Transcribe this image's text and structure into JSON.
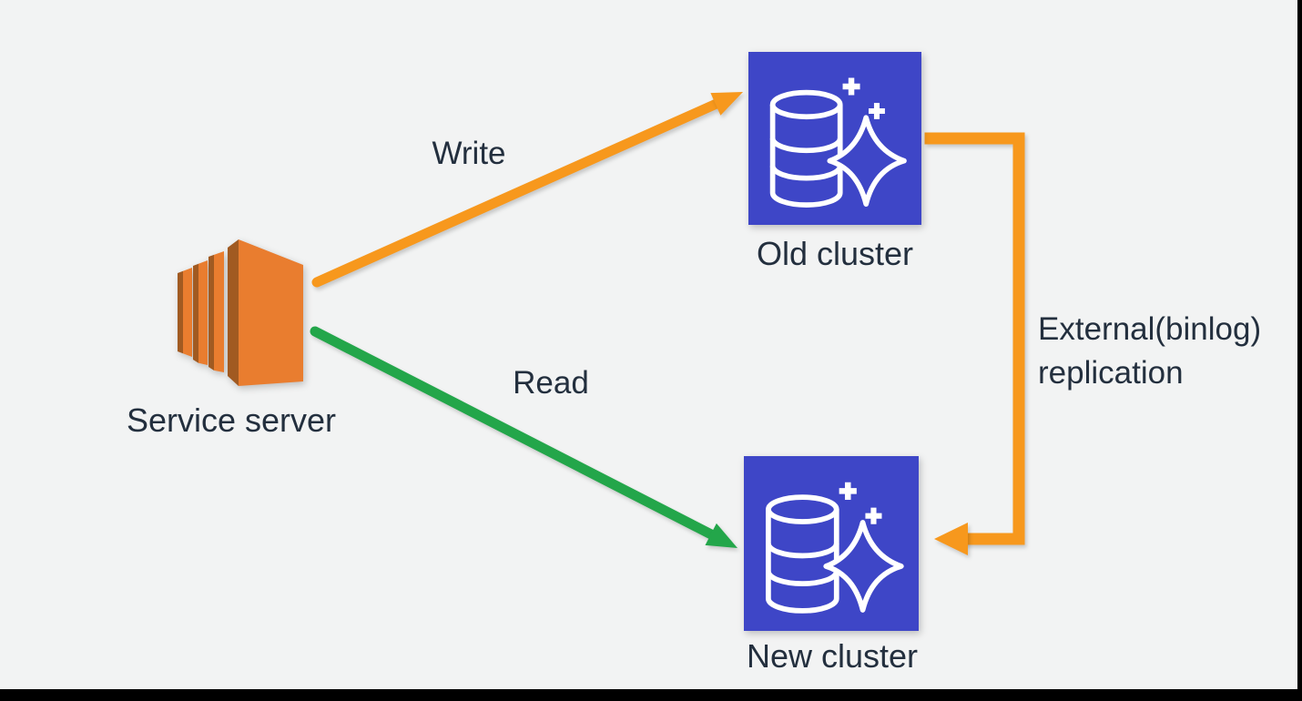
{
  "colors": {
    "background": "#F2F3F3",
    "letterbox_black": "#000000",
    "text": "#232F3E",
    "arrow_orange": "#F7981D",
    "arrow_green": "#23A64A",
    "cluster_blue": "#3E46C7",
    "icon_line_white": "#FFFFFF",
    "server_orange": "#E97D2F",
    "server_orange_dark": "#A15A21"
  },
  "nodes": {
    "service_server": {
      "label": "Service server",
      "icon": "ec2-server-icon"
    },
    "old_cluster": {
      "label": "Old cluster",
      "icon": "database-sparkle-icon"
    },
    "new_cluster": {
      "label": "New cluster",
      "icon": "database-sparkle-icon"
    }
  },
  "edges": {
    "write": {
      "label": "Write",
      "from": "service_server",
      "to": "old_cluster"
    },
    "read": {
      "label": "Read",
      "from": "service_server",
      "to": "new_cluster"
    },
    "replication": {
      "label": "External(binlog) replication",
      "from": "old_cluster",
      "to": "new_cluster"
    }
  }
}
